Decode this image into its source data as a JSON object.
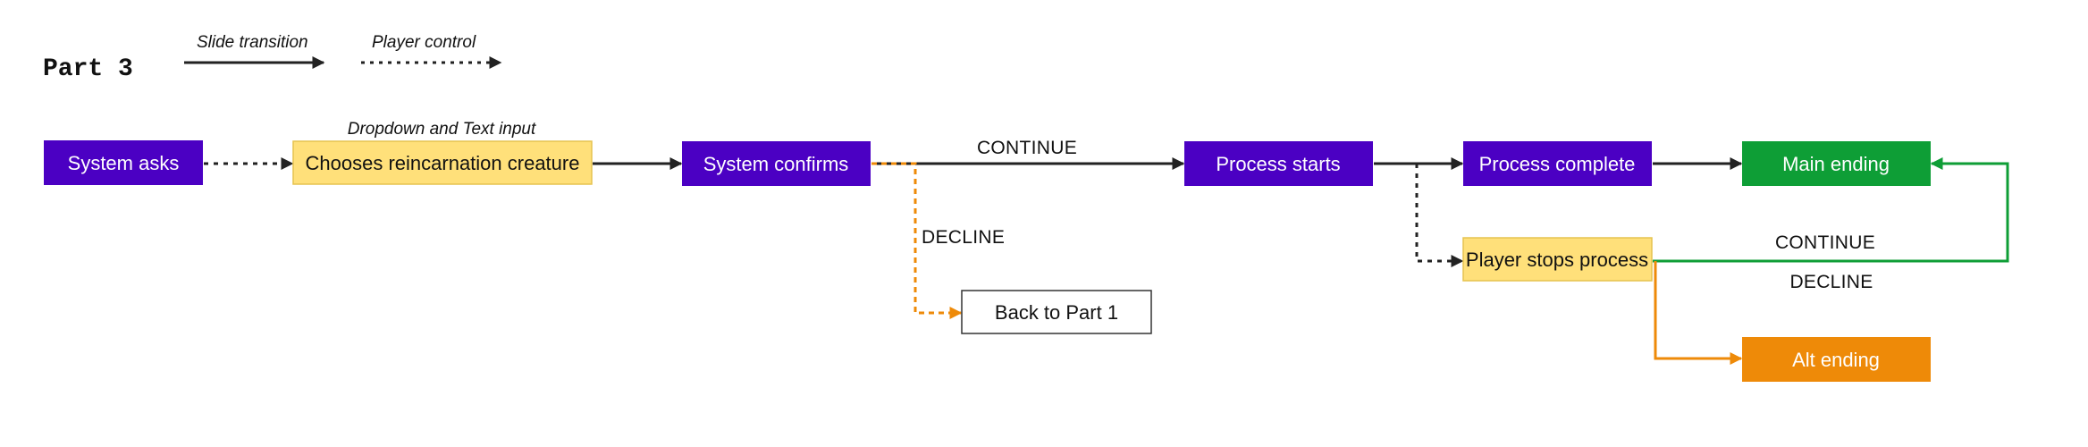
{
  "title": "Part 3",
  "legend": {
    "slide_transition": "Slide transition",
    "player_control": "Player control"
  },
  "colors": {
    "system": "#4B00C3",
    "player": "#FFE07A",
    "player_border": "#E6C34F",
    "main_ending": "#0E9E36",
    "alt_ending": "#EE8A08",
    "decline_path": "#EE8A08",
    "continue_path": "#0E9E36",
    "edge": "#222222"
  },
  "nodes": {
    "system_asks": "System asks",
    "chooses_creature": "Chooses reincarnation creature",
    "chooses_creature_note": "Dropdown and Text input",
    "system_confirms": "System confirms",
    "back_to_part1": "Back to Part 1",
    "process_starts": "Process starts",
    "process_complete": "Process complete",
    "player_stops": "Player stops process",
    "main_ending": "Main ending",
    "alt_ending": "Alt ending"
  },
  "edges": {
    "confirm_continue": "CONTINUE",
    "confirm_decline": "DECLINE",
    "stop_continue": "CONTINUE",
    "stop_decline": "DECLINE"
  }
}
